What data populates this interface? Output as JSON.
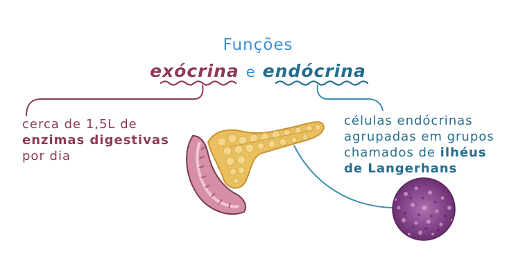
{
  "title": "Funções",
  "heading": {
    "exocrine": "exócrina",
    "conjunction": "e",
    "endocrine": "endócrina"
  },
  "left_note": {
    "line1": "cerca de 1,5L de",
    "line2": "enzimas digestivas",
    "line3": "por dia"
  },
  "right_note": {
    "line1": "células endócrinas",
    "line2": "agrupadas em grupos",
    "line3_prefix": "chamados de ",
    "line3_bold": "ilhéus",
    "line4": "de Langerhans"
  },
  "colors": {
    "title_blue": "#3a8fd6",
    "exocrine_wine": "#8e3a57",
    "endocrine_teal": "#256d8f",
    "left_text": "#8e3a57",
    "right_text": "#256d8f",
    "right_line": "#3d8fb0",
    "pancreas_yellow": "#e9c060",
    "duodenum_pink": "#d58fa6",
    "islet_purple": "#8a3f8e"
  },
  "icons": [
    "pancreas-illustration",
    "duodenum-illustration",
    "islet-micrograph"
  ]
}
